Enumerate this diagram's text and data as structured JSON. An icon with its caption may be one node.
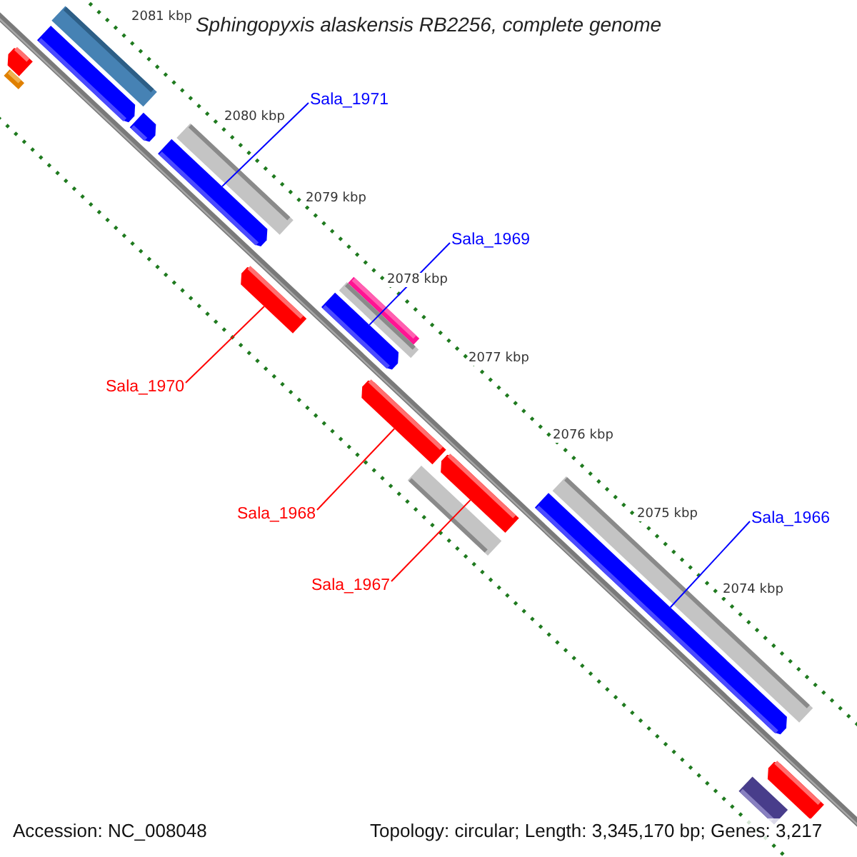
{
  "diagram": {
    "title": "Sphingopyxis alaskensis RB2256, complete genome",
    "nodes": [
      {
        "text": [
          "Sala_1971"
        ]
      },
      {
        "text": [],
        "shape": "bar"
      },
      {
        "text": [
          "Sala_1969"
        ]
      },
      {
        "text": [],
        "shape": "bar"
      },
      {
        "text": [
          "Sala_1970"
        ]
      },
      {
        "text": [],
        "shape": "bar"
      },
      {
        "text": [
          "Sala_1968"
        ]
      },
      {
        "text": [],
        "shape": "bar"
      },
      {
        "text": [
          "Sala_1967"
        ]
      },
      {
        "text": [],
        "shape": "bar"
      },
      {
        "text": [
          "Sala_1966"
        ]
      },
      {
        "text": [],
        "shape": "bar"
      },
      {
        "text": [],
        "shape": "bar"
      },
      {
        "text": [],
        "shape": "bar"
      },
      {
        "text": [],
        "shape": "bar"
      },
      {
        "text": [],
        "shape": "bar"
      },
      {
        "text": [],
        "shape": "bar"
      },
      {
        "text": [],
        "shape": "bar"
      },
      {
        "text": [],
        "shape": "bar"
      },
      {
        "text": [],
        "shape": "bar"
      },
      {
        "text": [],
        "shape": "bar"
      },
      {
        "text": [],
        "shape": "bar"
      },
      {
        "text": [],
        "shape": "bar"
      },
      {
        "text": [],
        "shape": "bar"
      }
    ],
    "edges": [
      {
        "from": 0,
        "to": 1,
        "arrow": "none",
        "color": "#0000ff"
      },
      {
        "from": 2,
        "to": 3,
        "arrow": "none",
        "color": "#0000ff"
      },
      {
        "from": 4,
        "to": 5,
        "arrow": "none",
        "color": "#ff0000"
      },
      {
        "from": 6,
        "to": 7,
        "arrow": "none",
        "color": "#ff0000"
      },
      {
        "from": 8,
        "to": 9,
        "arrow": "none",
        "color": "#ff0000"
      },
      {
        "from": 10,
        "to": 11,
        "arrow": "none",
        "color": "#0000ff"
      }
    ],
    "labels": [
      "2081 kbp",
      "2080 kbp",
      "2079 kbp",
      "2078 kbp",
      "2077 kbp",
      "2076 kbp",
      "2075 kbp",
      "2074 kbp",
      "Accession: NC_008048",
      "Topology: circular; Length: 3,345,170 bp; Genes: 3,217"
    ]
  }
}
